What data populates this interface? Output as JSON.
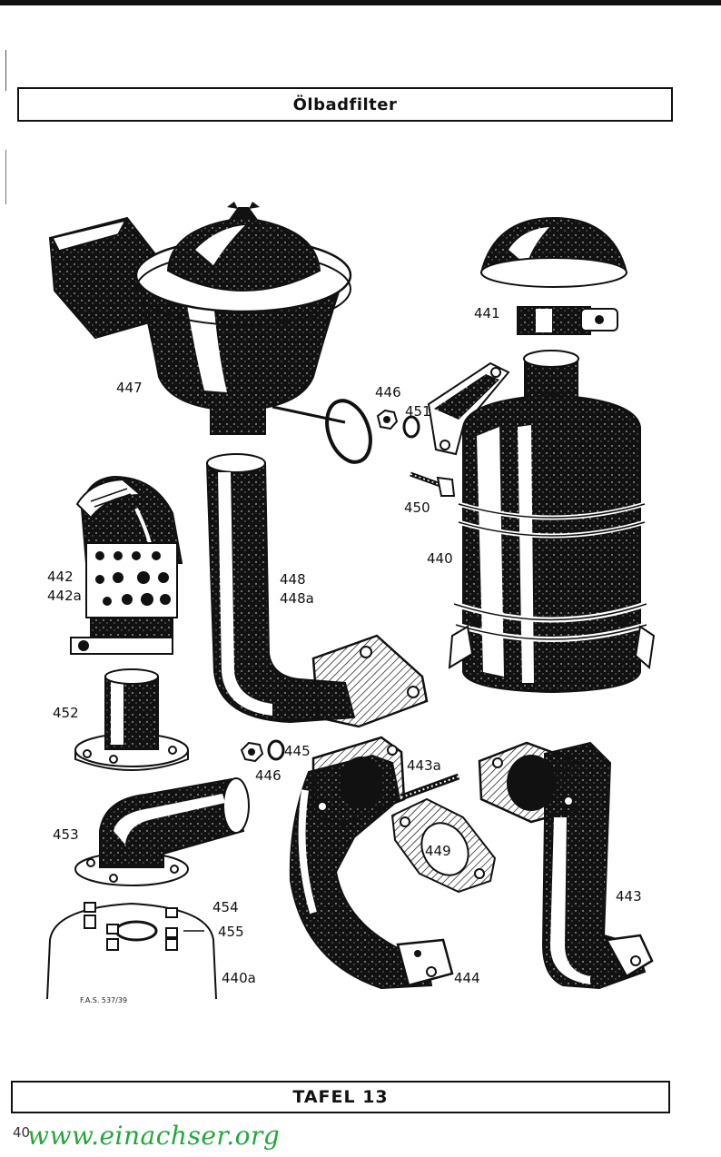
{
  "title": "Ölbadfilter",
  "plate": "TAFEL 13",
  "page_number": "40",
  "watermark": "www.einachser.org",
  "fas_code": "F.A.S. 537/39",
  "part_labels": {
    "p441": "441",
    "p447": "447",
    "p446a": "446",
    "p451": "451",
    "p450": "450",
    "p440": "440",
    "p442": "442",
    "p442a": "442a",
    "p448": "448",
    "p448a": "448a",
    "p452": "452",
    "p445": "445",
    "p446b": "446",
    "p443a": "443a",
    "p449": "449",
    "p453": "453",
    "p454": "454",
    "p455": "455",
    "p440a": "440a",
    "p443": "443",
    "p444": "444"
  },
  "colors": {
    "ink": "#111111",
    "paper": "#ffffff",
    "watermark": "#22a83a"
  }
}
